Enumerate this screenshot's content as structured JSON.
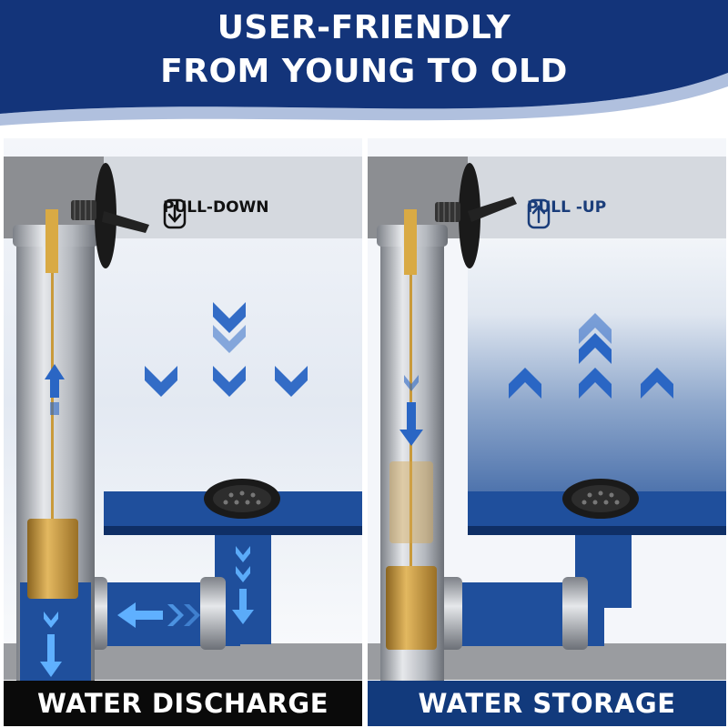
{
  "header": {
    "title_line1": "USER-FRIENDLY",
    "title_line2": "FROM YOUNG TO OLD",
    "background_color": "#13347a"
  },
  "panels": [
    {
      "id": "discharge",
      "action_label": "PULL-DOWN",
      "action_icon": "arrow-down-box-icon",
      "bottom_label": "WATER DISCHARGE",
      "bottom_label_color": "#0a0a0a"
    },
    {
      "id": "storage",
      "action_label": "PULL -UP",
      "action_icon": "arrow-up-box-icon",
      "bottom_label": "WATER STORAGE",
      "bottom_label_color": "#123a7c"
    }
  ],
  "colors": {
    "water_blue": "#1f4f9c",
    "arrow_blue": "#2a66c4",
    "brass": "#c99a3a",
    "pipe_silver": "#b8bcc2",
    "wall_gray": "#8a8c90"
  }
}
